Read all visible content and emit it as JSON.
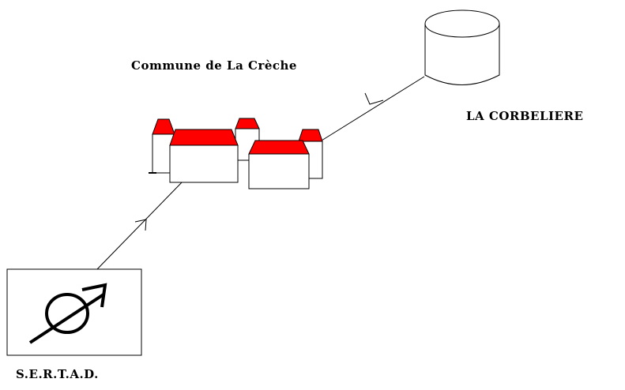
{
  "labels": {
    "commune": "Commune de La Crèche",
    "source": "LA CORBELIERE",
    "facility": "S.E.R.T.A.D."
  },
  "colors": {
    "roof": "#ff0000",
    "stroke": "#000000",
    "background": "#ffffff"
  },
  "icons": {
    "reservoir": "cylinder-tank-icon",
    "facility": "male-symbol-icon",
    "village": "village-houses-icon"
  }
}
